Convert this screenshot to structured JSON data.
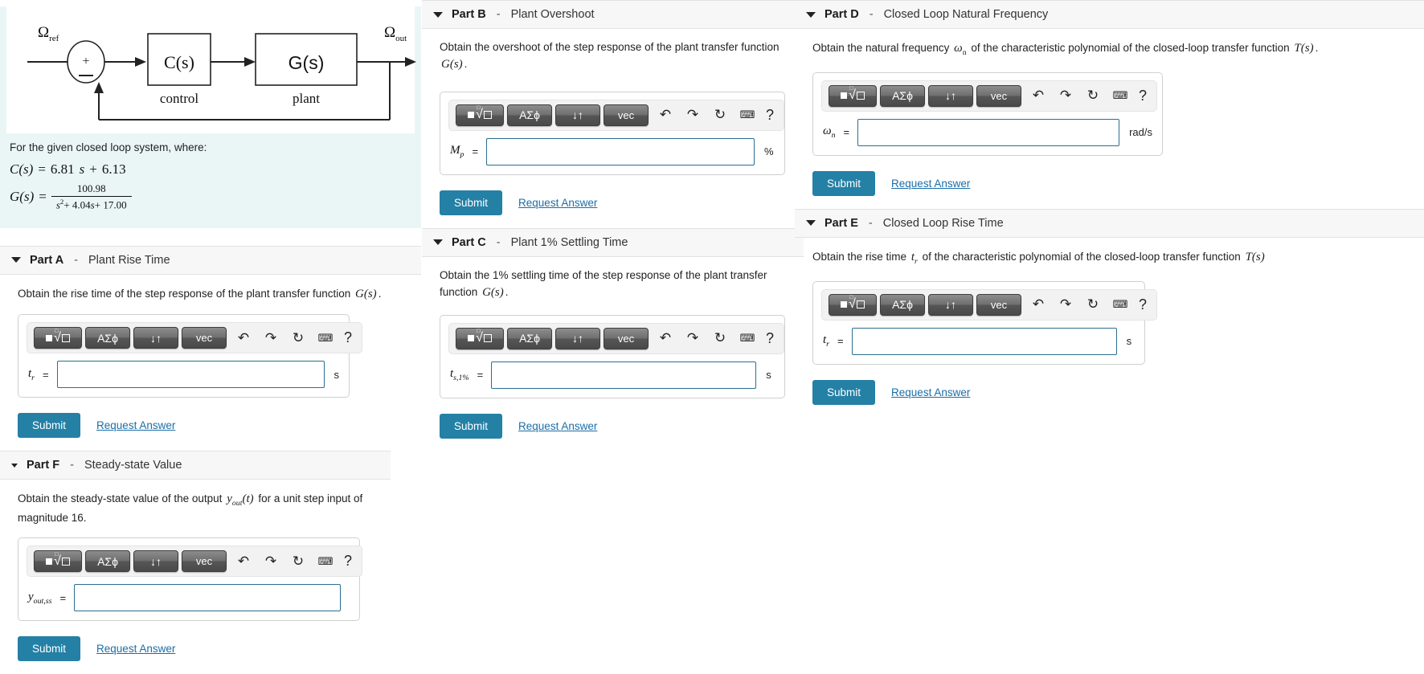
{
  "intro": {
    "diagram": {
      "input_label": "Ω",
      "input_sub": "ref",
      "output_label": "Ω",
      "output_sub": "out",
      "sum_plus": "+",
      "sum_minus": "−",
      "block1_label": "C(s)",
      "block1_caption": "control",
      "block2_label": "G(s)",
      "block2_caption": "plant"
    },
    "statement": "For the given closed loop system, where:",
    "cs": {
      "lhs": "C(s)",
      "eq": "=",
      "coef_s": "6.81",
      "var": "s",
      "plus": "+",
      "constant": "6.13"
    },
    "gs": {
      "lhs": "G(s)",
      "eq": "=",
      "numerator": "100.98",
      "den_s2": "s",
      "den_s2_exp": "2",
      "den_plus1": "+",
      "den_coef": "4.04",
      "den_var": "s",
      "den_plus2": "+",
      "den_const": "17.00"
    }
  },
  "toolbar": {
    "btn_root": "root-template",
    "btn_greek": "ΑΣϕ",
    "btn_updown": "↓↑",
    "btn_vec": "vec",
    "icon_undo": "undo-icon",
    "icon_redo": "redo-icon",
    "icon_reset": "reset-icon",
    "icon_keyboard": "keyboard-icon",
    "help": "?"
  },
  "common": {
    "submit_label": "Submit",
    "request_answer_label": "Request Answer",
    "equals": "="
  },
  "parts": {
    "a": {
      "id": "Part A",
      "dash": "-",
      "title": "Plant Rise Time",
      "question_pre": "Obtain the rise time of the step response of the plant transfer function",
      "question_math": "G(s)",
      "question_post": ".",
      "var_base": "t",
      "var_sub": "r",
      "value": "",
      "unit": "s"
    },
    "b": {
      "id": "Part B",
      "dash": "-",
      "title": "Plant Overshoot",
      "question_pre": "Obtain the overshoot of the step response of the plant transfer function",
      "question_math": "G(s)",
      "question_post": ".",
      "var_base": "M",
      "var_sub": "p",
      "value": "",
      "unit": "%"
    },
    "c": {
      "id": "Part C",
      "dash": "-",
      "title": "Plant 1% Settling Time",
      "question_pre": "Obtain the 1% settling time of the step response of the plant transfer function",
      "question_math": "G(s)",
      "question_post": ".",
      "var_base": "t",
      "var_sub": "s,1%",
      "value": "",
      "unit": "s"
    },
    "d": {
      "id": "Part D",
      "dash": "-",
      "title": "Closed Loop Natural Frequency",
      "question_pre": "Obtain the natural frequency",
      "question_math": "ωn",
      "question_mid": "of the characteristic polynomial of the closed-loop transfer function",
      "question_math2": "T(s)",
      "question_post": ".",
      "var_base": "ω",
      "var_sub": "n",
      "value": "",
      "unit": "rad/s"
    },
    "e": {
      "id": "Part E",
      "dash": "-",
      "title": "Closed Loop Rise Time",
      "question_pre": "Obtain the rise time",
      "question_math": "tr",
      "question_mid": "of the characteristic polynomial of the closed-loop transfer function",
      "question_math2": "T(s)",
      "question_post": "",
      "var_base": "t",
      "var_sub": "r",
      "value": "",
      "unit": "s"
    },
    "f": {
      "id": "Part F",
      "dash": "-",
      "title": "Steady-state Value",
      "question_pre": "Obtain the steady-state value of the output",
      "question_math": "yout(t)",
      "question_mid": "for a unit step input of magnitude 16.",
      "var_base": "y",
      "var_sub": "out,ss",
      "value": "",
      "unit": ""
    }
  },
  "colors": {
    "accent": "#2480a5",
    "link": "#1a6ea8",
    "intro_bg": "#eaf6f6",
    "header_bg": "#f7f7f7",
    "input_border": "#2a6f8e"
  }
}
